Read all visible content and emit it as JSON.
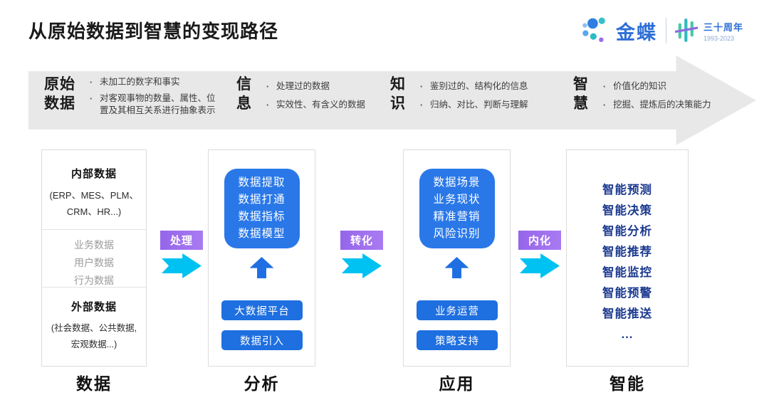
{
  "page": {
    "title": "从原始数据到智慧的变现路径"
  },
  "logo": {
    "brand": "金蝶",
    "anniversary": "三十周年",
    "years": "1993-2023"
  },
  "banner": {
    "bullet_char": "·",
    "stages": [
      {
        "line1": "原始",
        "line2": "数据",
        "bullets": [
          "未加工的数字和事实",
          "对客观事物的数量、属性、位置及其相互关系进行抽象表示"
        ]
      },
      {
        "line1": "信",
        "line2": "息",
        "bullets": [
          "处理过的数据",
          "实效性、有含义的数据"
        ]
      },
      {
        "line1": "知",
        "line2": "识",
        "bullets": [
          "鉴别过的、结构化的信息",
          "归纳、对比、判断与理解"
        ]
      },
      {
        "line1": "智",
        "line2": "慧",
        "bullets": [
          "价值化的知识",
          "挖掘、提炼后的决策能力"
        ]
      }
    ]
  },
  "connectors": [
    {
      "label": "处理"
    },
    {
      "label": "转化"
    },
    {
      "label": "内化"
    }
  ],
  "columns": {
    "data": {
      "label": "数据",
      "internal": {
        "title": "内部数据",
        "sub": "(ERP、MES、PLM、CRM、HR...)"
      },
      "middle": [
        "业务数据",
        "用户数据",
        "行为数据"
      ],
      "external": {
        "title": "外部数据",
        "sub": "(社会数据、公共数据, 宏观数据...)"
      }
    },
    "analysis": {
      "label": "分析",
      "box_lines": [
        "数据提取",
        "数据打通",
        "数据指标",
        "数据模型"
      ],
      "buttons": [
        "大数据平台",
        "数据引入"
      ]
    },
    "application": {
      "label": "应用",
      "box_lines": [
        "数据场景",
        "业务现状",
        "精准营销",
        "风险识别"
      ],
      "buttons": [
        "业务运营",
        "策略支持"
      ]
    },
    "intelligence": {
      "label": "智能",
      "items": [
        "智能预测",
        "智能决策",
        "智能分析",
        "智能推荐",
        "智能监控",
        "智能预警",
        "智能推送",
        "..."
      ]
    }
  },
  "colors": {
    "banner_gray": "#e8e8e8",
    "badge_purple": "#9d6cec",
    "arrow_cyan": "#00c2f2",
    "box_blue": "#2a78e8",
    "button_blue": "#1e6fe0",
    "navy_text": "#1c3a90",
    "brand_blue": "#2e6fd6"
  }
}
